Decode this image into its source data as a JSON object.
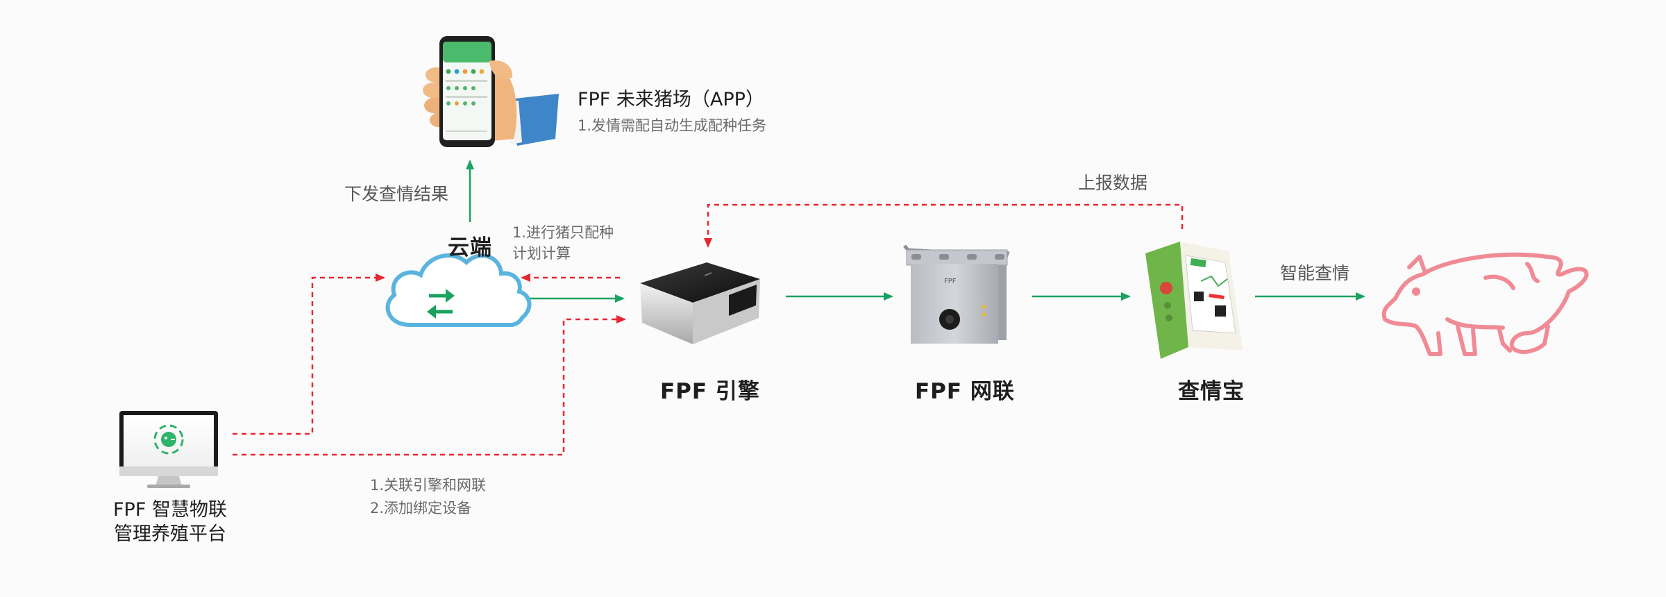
{
  "colors": {
    "flow_green": "#1aa260",
    "dashed_red": "#e8262f",
    "cloud_blue": "#5ab4de",
    "pig_pink": "#f08b96",
    "brand_green": "#2eb36a"
  },
  "nodes": {
    "app": {
      "title": "FPF 未来猪场（APP）",
      "note": "1.发情需配自动生成配种任务",
      "icon": "phone-in-hand-icon"
    },
    "cloud": {
      "title": "云端",
      "icon": "cloud-sync-icon"
    },
    "engine": {
      "title": "FPF 引擎",
      "icon": "engine-device-icon"
    },
    "gateway": {
      "title": "FPF 网联",
      "icon": "gateway-box-icon"
    },
    "detector": {
      "title": "查情宝",
      "icon": "handheld-detector-icon"
    },
    "pig": {
      "icon": "pig-icon"
    },
    "platform": {
      "title_line1": "FPF 智慧物联",
      "title_line2": "管理养殖平台",
      "icon": "monitor-pig-logo-icon"
    }
  },
  "edges": {
    "cloud_to_app": "下发查情结果",
    "detector_report": "上报数据",
    "smart_detection": "智能查情"
  },
  "notes": {
    "cloud_calc_line1": "1.进行猪只配种",
    "cloud_calc_line2": "计划计算",
    "platform_line1": "1.关联引擎和网联",
    "platform_line2": "2.添加绑定设备"
  }
}
